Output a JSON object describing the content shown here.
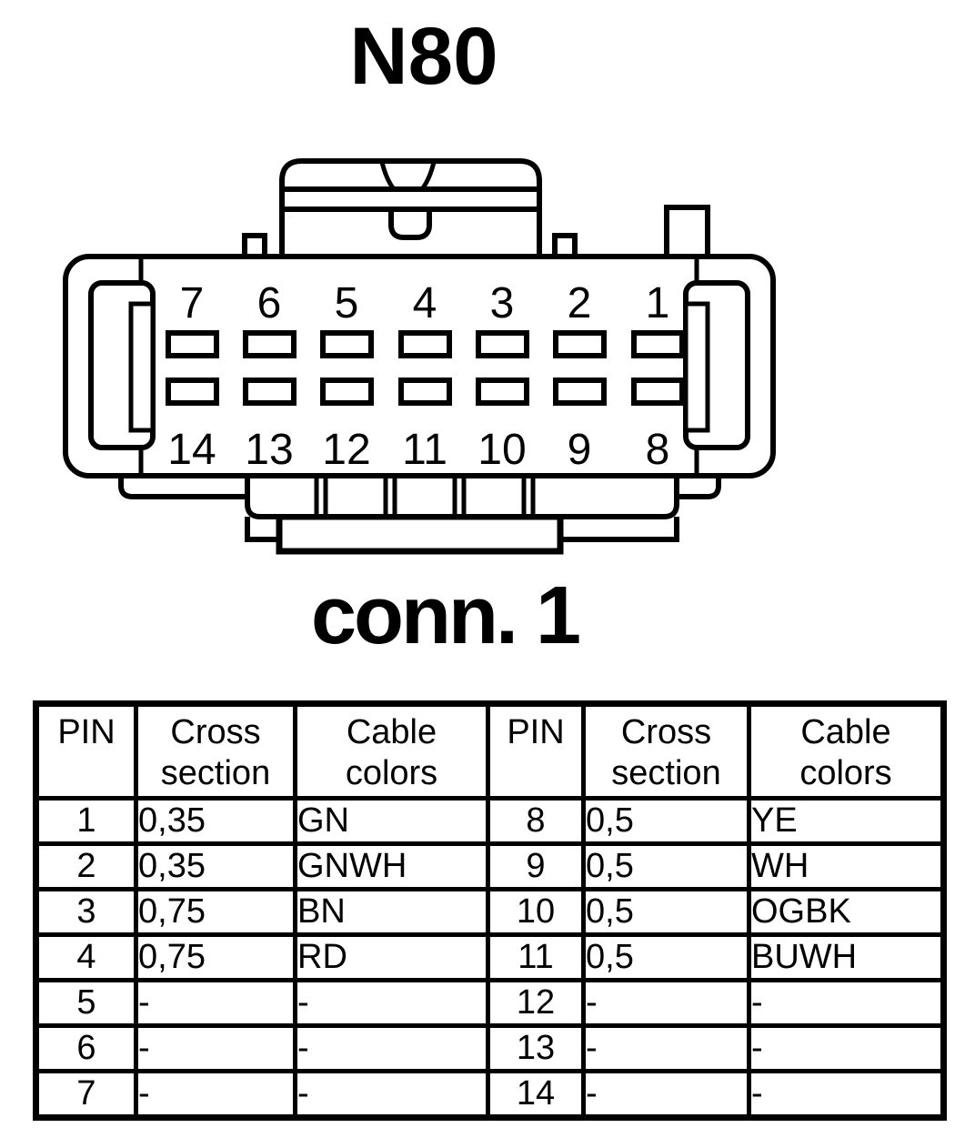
{
  "page": {
    "title": "N80",
    "caption": "conn. 1"
  },
  "connector": {
    "top_pins": [
      "7",
      "6",
      "5",
      "4",
      "3",
      "2",
      "1"
    ],
    "bottom_pins": [
      "14",
      "13",
      "12",
      "11",
      "10",
      "9",
      "8"
    ]
  },
  "pin_table": {
    "headers": [
      "PIN",
      "Cross section",
      "Cable colors",
      "PIN",
      "Cross section",
      "Cable colors"
    ],
    "rows": [
      [
        "1",
        "0,35",
        "GN",
        "8",
        "0,5",
        "YE"
      ],
      [
        "2",
        "0,35",
        "GNWH",
        "9",
        "0,5",
        "WH"
      ],
      [
        "3",
        "0,75",
        "BN",
        "10",
        "0,5",
        "OGBK"
      ],
      [
        "4",
        "0,75",
        "RD",
        "11",
        "0,5",
        "BUWH"
      ],
      [
        "5",
        "-",
        "-",
        "12",
        "-",
        "-"
      ],
      [
        "6",
        "-",
        "-",
        "13",
        "-",
        "-"
      ],
      [
        "7",
        "-",
        "-",
        "14",
        "-",
        "-"
      ]
    ]
  },
  "colors": {
    "ink": "#000000",
    "paper": "#ffffff"
  }
}
